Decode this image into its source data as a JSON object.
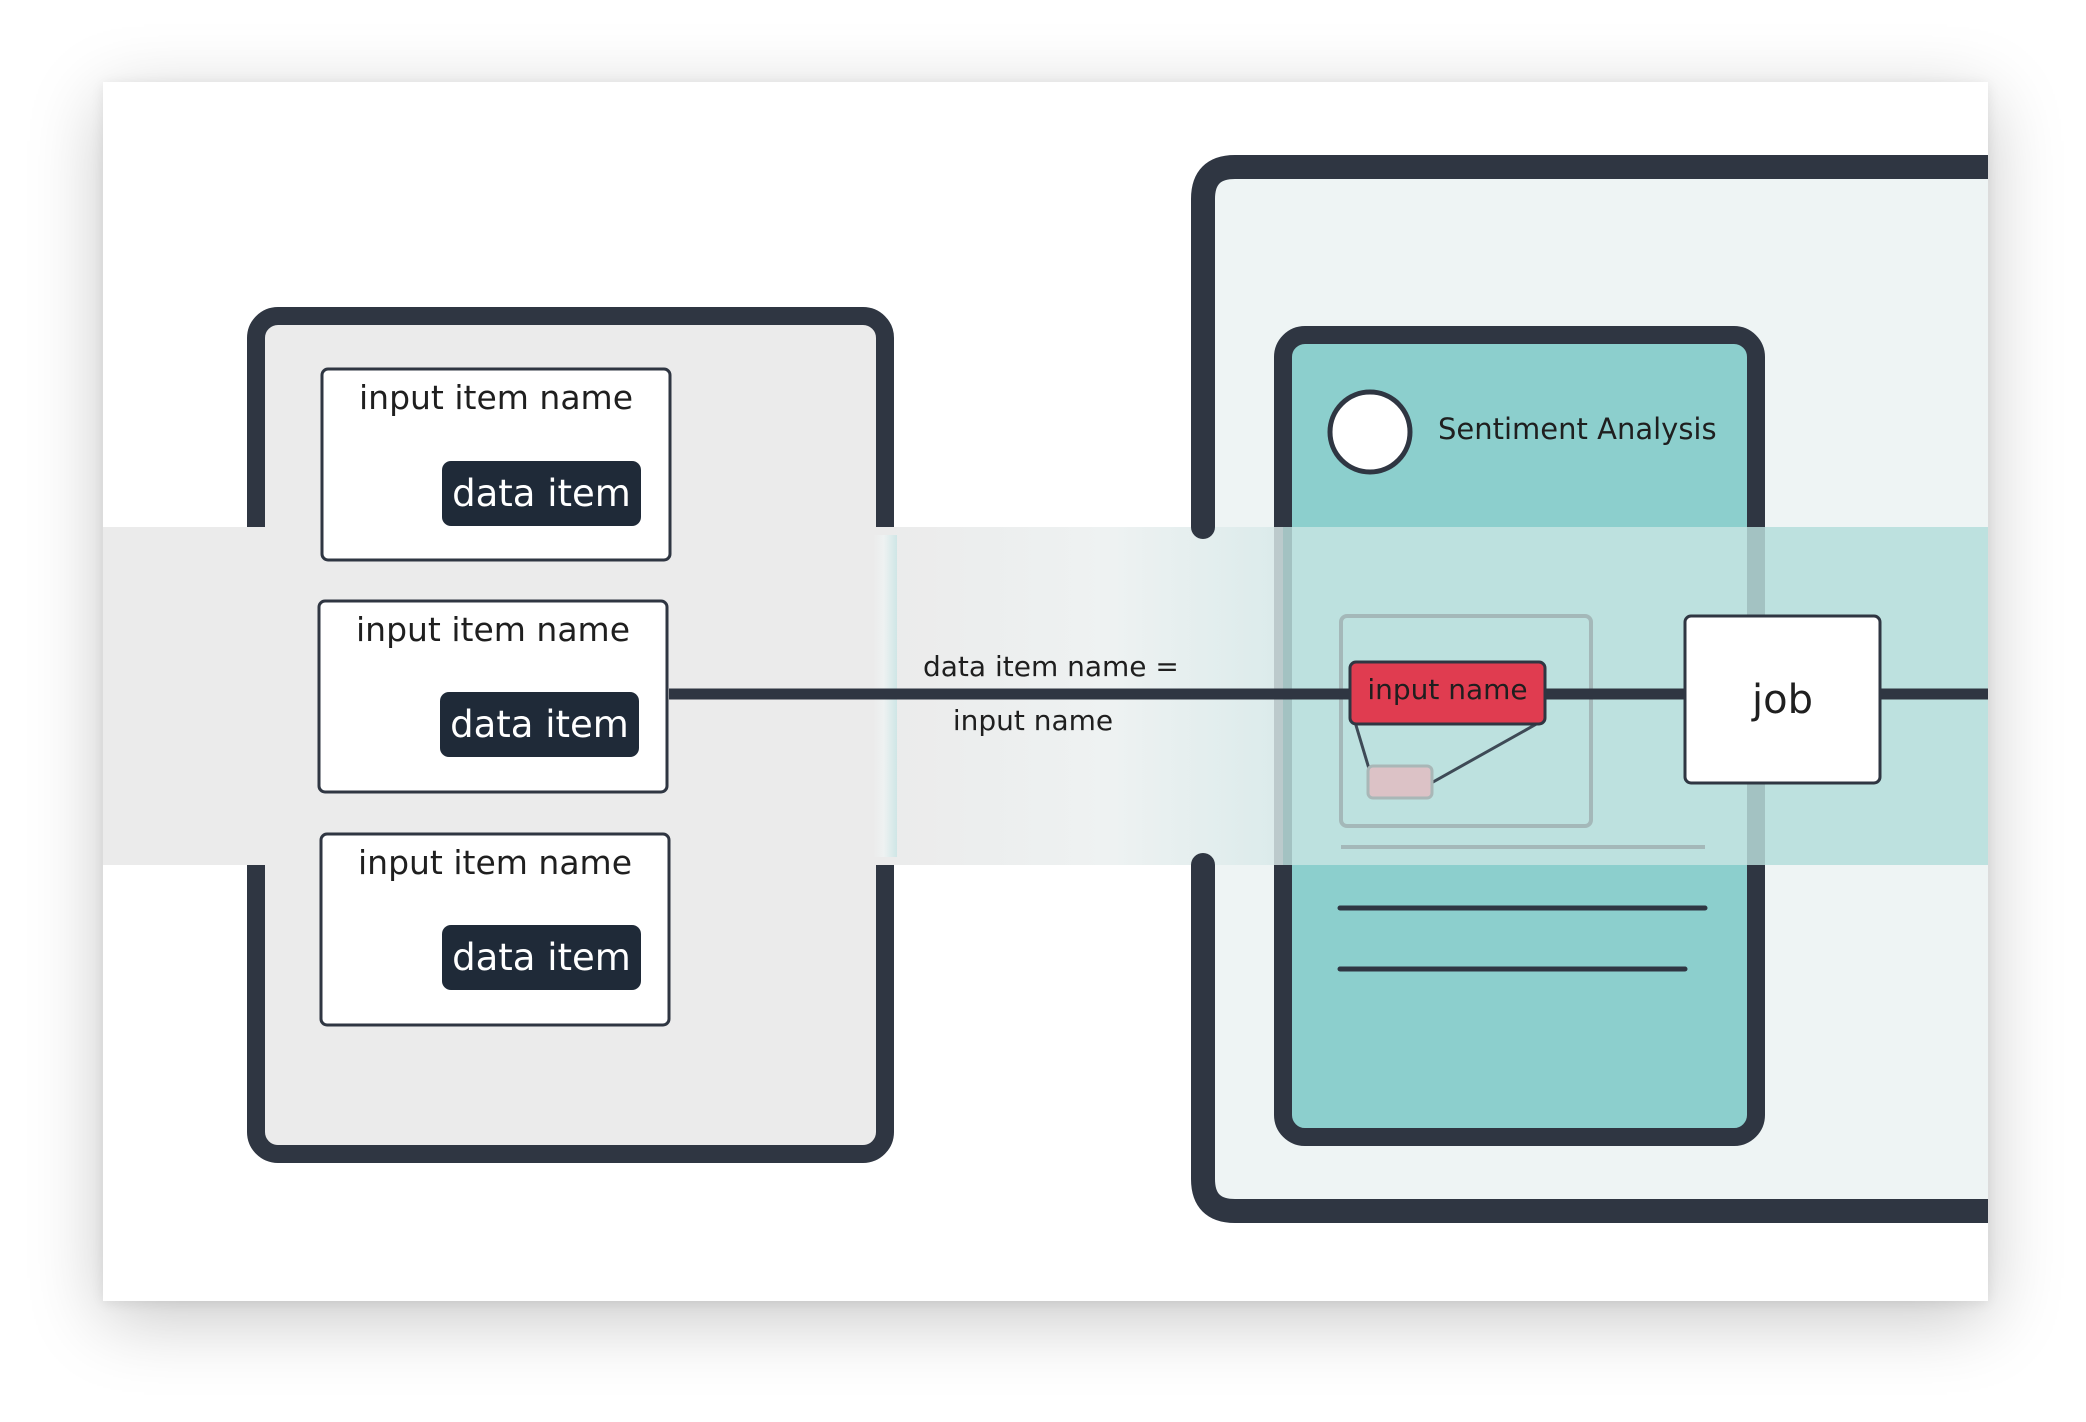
{
  "source_panel": {
    "items": [
      {
        "name": "input item name",
        "value": "data item"
      },
      {
        "name": "input item name",
        "value": "data item"
      },
      {
        "name": "input item name",
        "value": "data item"
      }
    ]
  },
  "connection": {
    "label_line1": "data item name =",
    "label_line2": "input name"
  },
  "model_card": {
    "title": "Sentiment Analysis",
    "input_label": "input name"
  },
  "job_box": {
    "label": "job"
  },
  "colors": {
    "dark": "#2f3642",
    "chip": "#1f2a38",
    "teal": "#8ccfcd",
    "teal_light": "#eef4f4",
    "panel_gray": "#ebebeb",
    "input_red": "#e03c50"
  }
}
